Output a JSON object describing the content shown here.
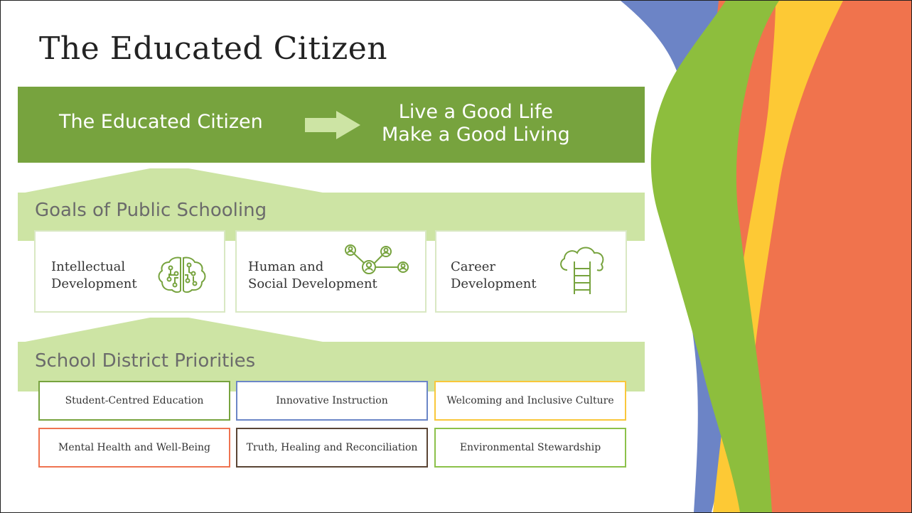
{
  "slide": {
    "title": "The Educated Citizen"
  },
  "banner": {
    "left_text": "The Educated Citizen",
    "right_line1": "Live a Good Life",
    "right_line2": "Make a Good Living",
    "color": "#77a33e"
  },
  "goals": {
    "heading": "Goals of Public Schooling",
    "band_color": "#cde4a4",
    "cards": [
      {
        "line1": "Intellectual",
        "line2": "Development",
        "icon": "brain-icon"
      },
      {
        "line1": "Human and",
        "line2": "Social Development",
        "icon": "network-people-icon"
      },
      {
        "line1": "Career",
        "line2": "Development",
        "icon": "cloud-ladder-icon"
      }
    ]
  },
  "priorities": {
    "heading": "School District Priorities",
    "items": [
      {
        "label": "Student-Centred Education",
        "border_color": "#77a33e"
      },
      {
        "label": "Innovative Instruction",
        "border_color": "#6b86c7"
      },
      {
        "label": "Welcoming and Inclusive Culture",
        "border_color": "#f9c73b"
      },
      {
        "label": "Mental Health and Well-Being",
        "border_color": "#ef7350"
      },
      {
        "label": "Truth, Healing and Reconciliation",
        "border_color": "#5a4535"
      },
      {
        "label": "Environmental Stewardship",
        "border_color": "#8cc14a"
      }
    ]
  },
  "decoration_colors": {
    "orange": "#f0734d",
    "blue": "#6c84c6",
    "yellow": "#fdc935",
    "green": "#8dbe3d"
  }
}
